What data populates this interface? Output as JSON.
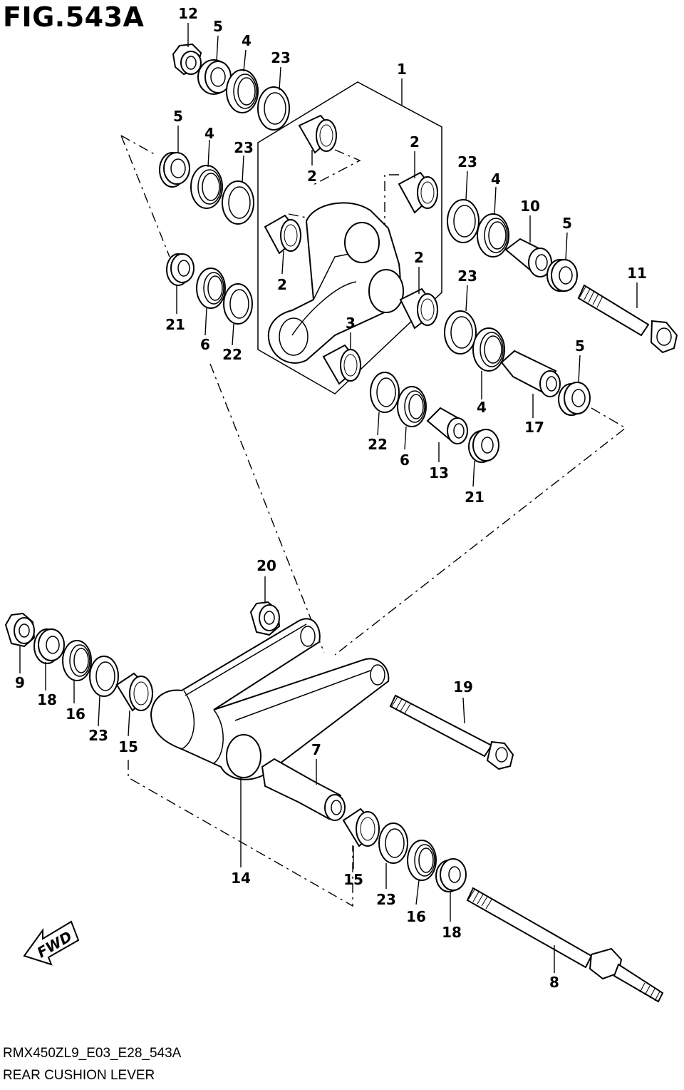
{
  "figure": {
    "title": "FIG.543A",
    "drawing_code": "RMX450ZL9_E03_E28_543A",
    "drawing_name": "REAR CUSHION LEVER",
    "direction_label": "FWD"
  },
  "callouts": [
    "1",
    "2",
    "3",
    "4",
    "5",
    "6",
    "7",
    "8",
    "9",
    "10",
    "11",
    "12",
    "13",
    "14",
    "15",
    "16",
    "17",
    "18",
    "19",
    "20",
    "21",
    "22",
    "23"
  ]
}
